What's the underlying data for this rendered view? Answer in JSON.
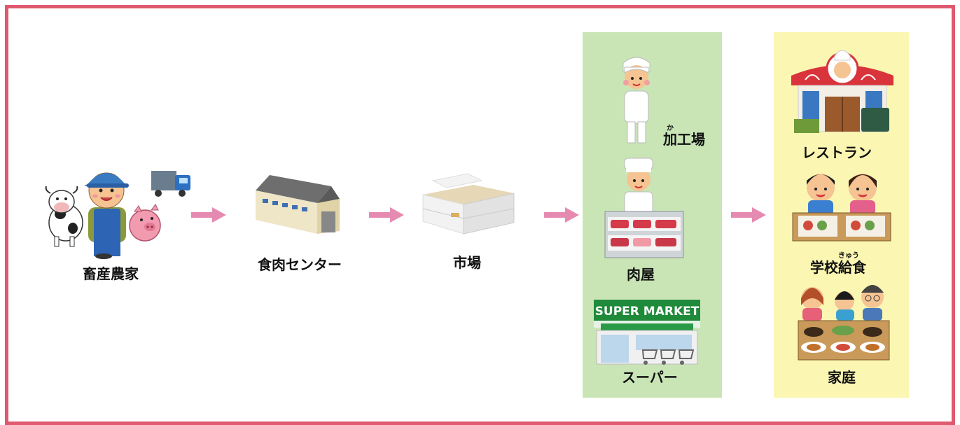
{
  "colors": {
    "frame": "#e0596e",
    "arrow": "#e58bb1",
    "green_panel": "#c9e5b6",
    "yellow_panel": "#fbf7b3"
  },
  "nodes": {
    "farmer": {
      "label": "畜産農家",
      "icon": "farmer-with-livestock-icon"
    },
    "meat_center": {
      "label": "食肉センター",
      "icon": "warehouse-icon"
    },
    "market": {
      "label": "市場",
      "icon": "market-building-icon"
    },
    "processing": {
      "label": "加工場",
      "ruby": "か",
      "icon": "food-worker-icon"
    },
    "butcher": {
      "label": "肉屋",
      "icon": "butcher-shop-icon"
    },
    "supermarket": {
      "label": "スーパー",
      "sign": "SUPER MARKET",
      "icon": "supermarket-icon"
    },
    "restaurant": {
      "label": "レストラン",
      "icon": "restaurant-icon"
    },
    "school_lunch": {
      "label": "学校給食",
      "ruby": "きゅう",
      "icon": "school-lunch-icon"
    },
    "home": {
      "label": "家庭",
      "icon": "family-dinner-icon"
    }
  }
}
